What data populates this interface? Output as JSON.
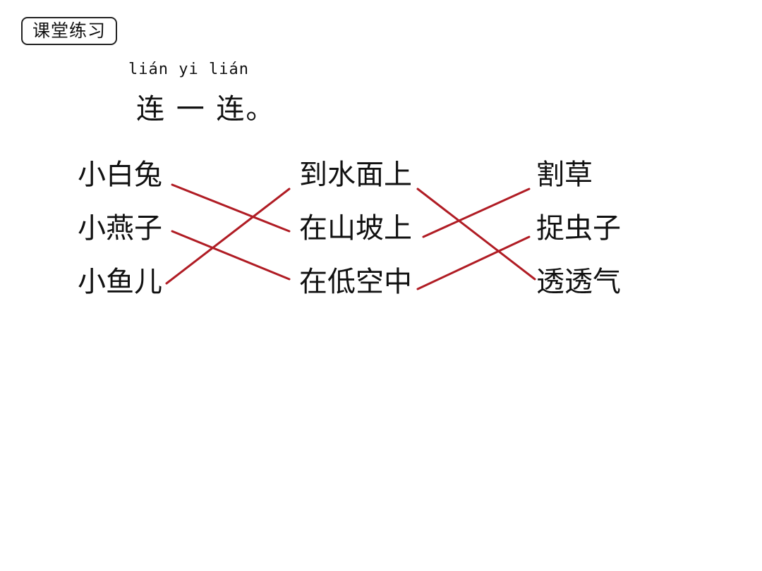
{
  "header": {
    "badge": "课堂练习"
  },
  "instruction": {
    "pinyin": "lián yi lián",
    "text": "连 一 连。"
  },
  "columns": {
    "left": [
      "小白兔",
      "小燕子",
      "小鱼儿"
    ],
    "middle": [
      "到水面上",
      "在山坡上",
      "在低空中"
    ],
    "right": [
      "割草",
      "捉虫子",
      "透透气"
    ]
  },
  "line_color": "#b01c24",
  "connections": {
    "left_to_middle": [
      {
        "from": "小白兔",
        "to": "在山坡上"
      },
      {
        "from": "小燕子",
        "to": "在低空中"
      },
      {
        "from": "小鱼儿",
        "to": "到水面上"
      }
    ],
    "middle_to_right": [
      {
        "from": "到水面上",
        "to": "透透气"
      },
      {
        "from": "在山坡上",
        "to": "割草"
      },
      {
        "from": "在低空中",
        "to": "捉虫子"
      }
    ]
  }
}
